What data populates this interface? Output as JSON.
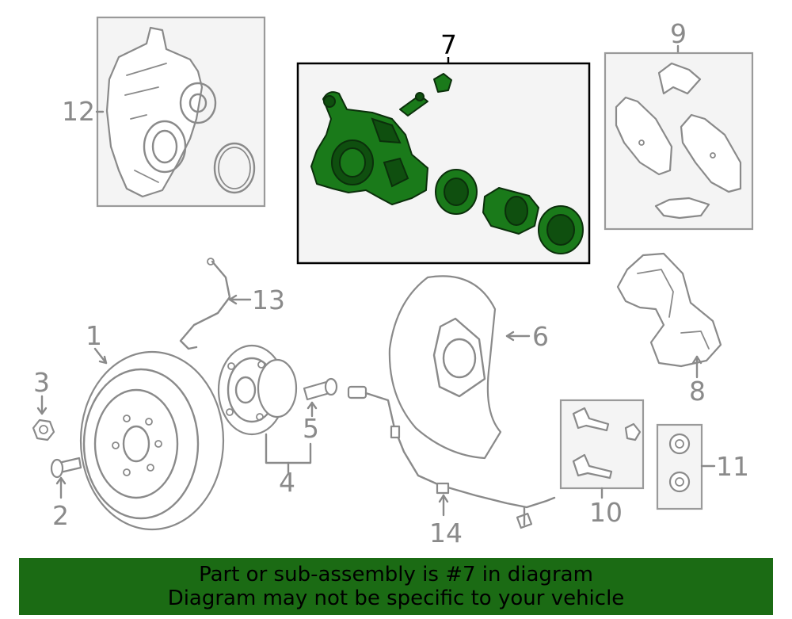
{
  "callouts": {
    "c1": "1",
    "c2": "2",
    "c3": "3",
    "c4": "4",
    "c5": "5",
    "c6": "6",
    "c7": "7",
    "c8": "8",
    "c9": "9",
    "c10": "10",
    "c11": "11",
    "c12": "12",
    "c13": "13",
    "c14": "14"
  },
  "highlight": {
    "callout": "7",
    "color": "#1a7a1a"
  },
  "banner": {
    "line1": "Part or sub-assembly is #7 in diagram",
    "line2": "Diagram may not be specific to your vehicle",
    "background": "#1b6b14"
  }
}
